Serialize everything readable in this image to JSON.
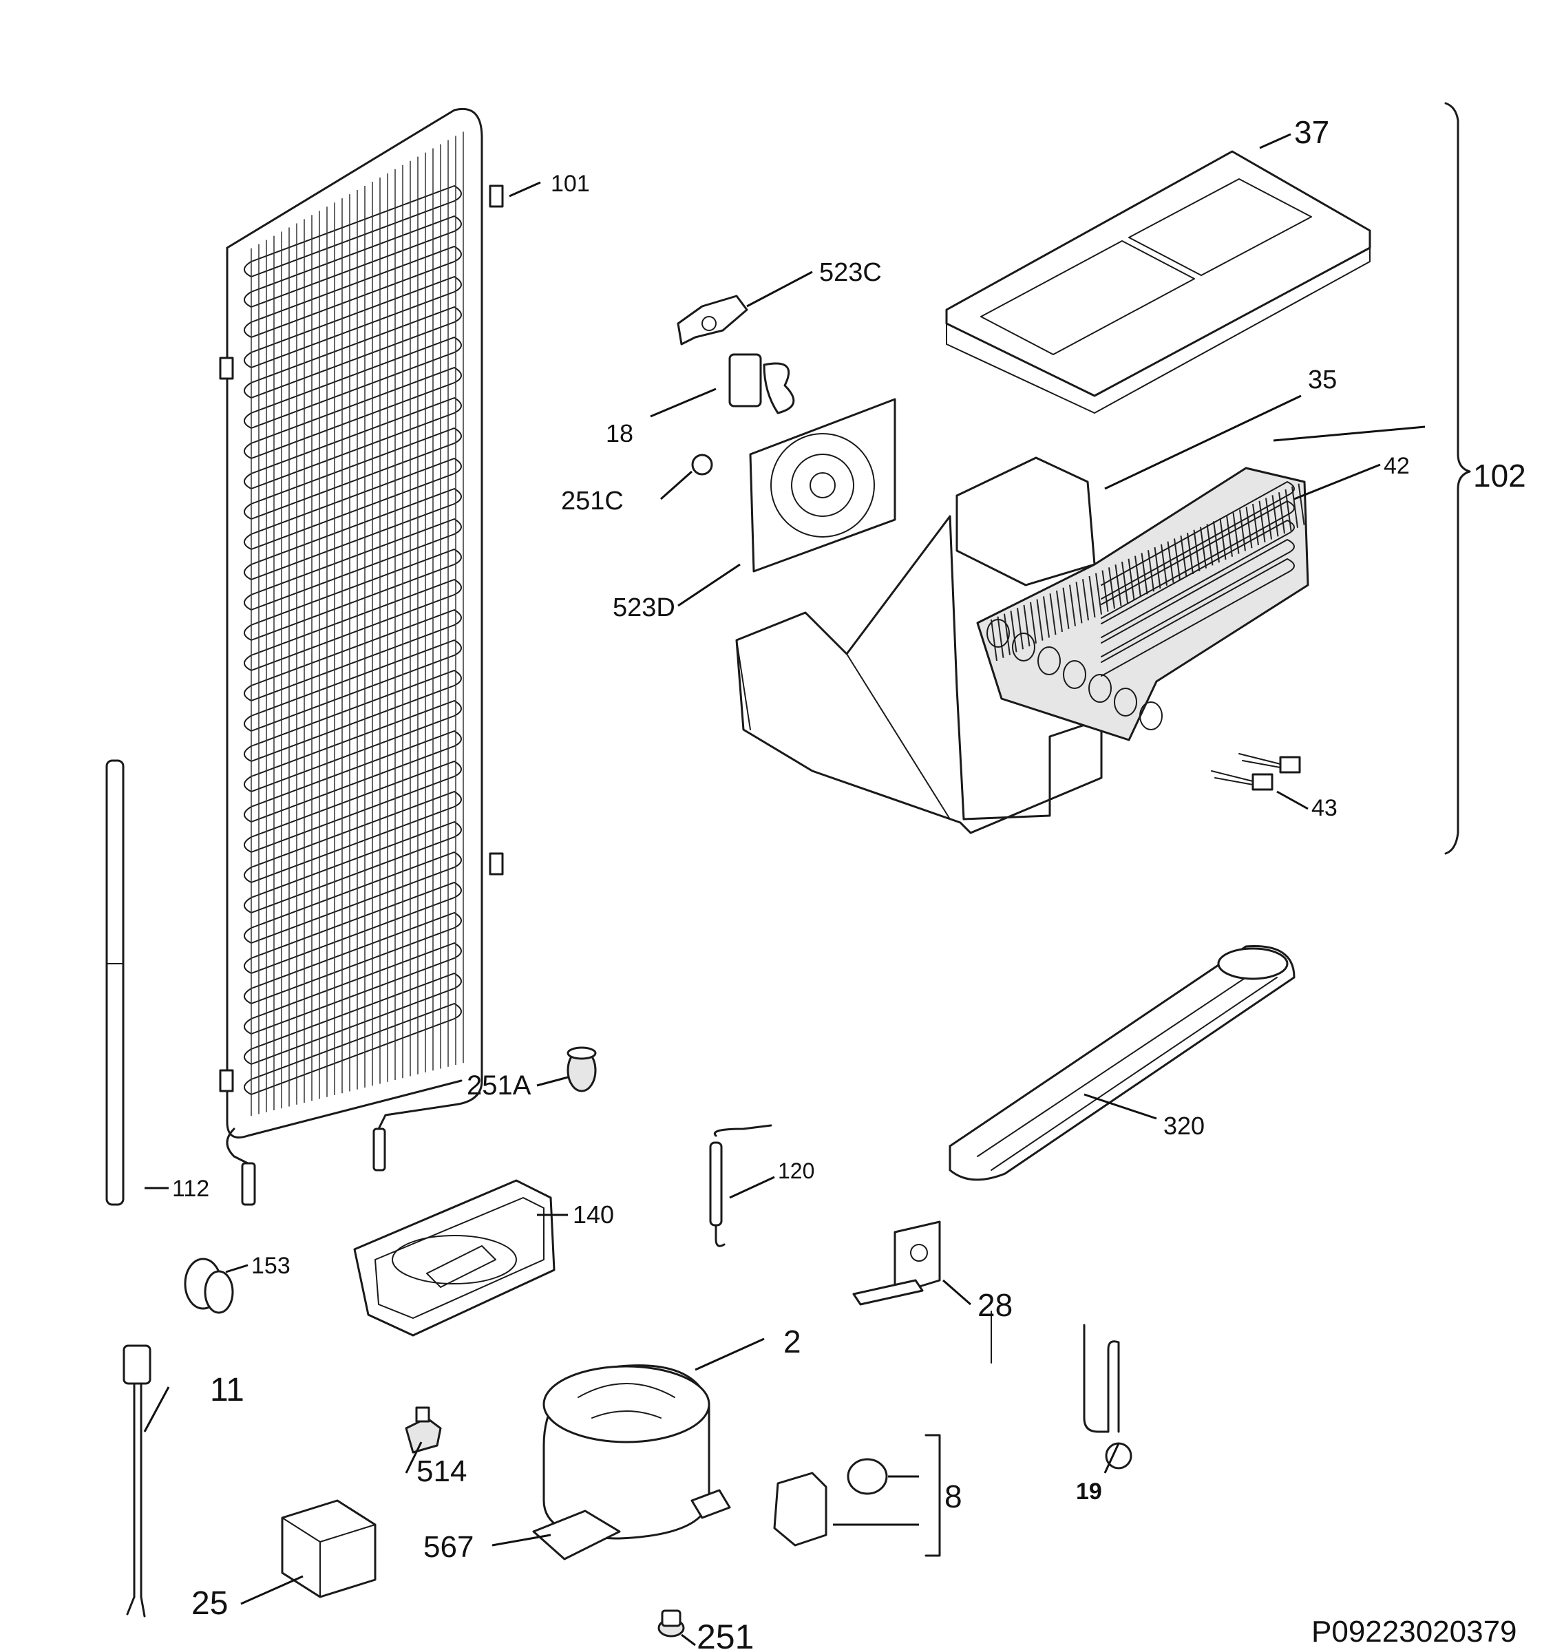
{
  "labels": {
    "p101": "101",
    "p112": "112",
    "p251A": "251A",
    "p153": "153",
    "p140": "140",
    "p120": "120",
    "p11": "11",
    "p514": "514",
    "p25": "25",
    "p567": "567",
    "p251": "251",
    "p2": "2",
    "p8": "8",
    "p28": "28",
    "p19": "19",
    "p320": "320",
    "p37": "37",
    "p35": "35",
    "p42": "42",
    "p43": "43",
    "p102": "102",
    "p523C": "523C",
    "p18": "18",
    "p251C": "251C",
    "p523D": "523D"
  },
  "figure_code": "P09223020379"
}
